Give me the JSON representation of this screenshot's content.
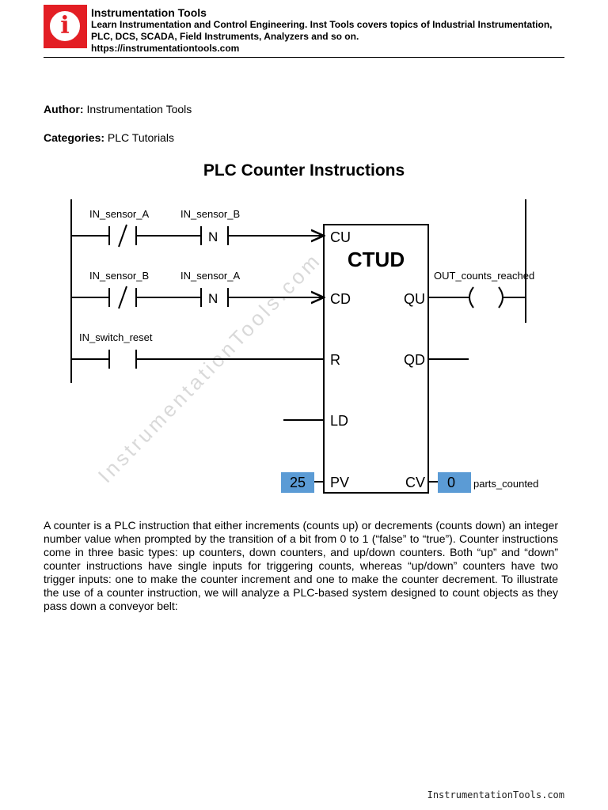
{
  "header": {
    "title": "Instrumentation Tools",
    "description": "Learn Instrumentation and Control Engineering. Inst Tools covers topics of Industrial Instrumentation, PLC, DCS, SCADA, Field Instruments, Analyzers and so on.",
    "url": "https://instrumentationtools.com",
    "logo_letter": "i",
    "brand_color": "#e31e24"
  },
  "meta": {
    "author_label": "Author:",
    "author_value": "Instrumentation Tools",
    "categories_label": "Categories:",
    "categories_value": "PLC Tutorials"
  },
  "doc_title": "PLC Counter Instructions",
  "diagram": {
    "watermark": "InstrumentationTools.com",
    "block_name": "CTUD",
    "pins_left": [
      "CU",
      "CD",
      "R",
      "LD",
      "PV"
    ],
    "pins_right": [
      "QU",
      "QD",
      "CV"
    ],
    "rung1": {
      "contact1": "IN_sensor_A",
      "contact2": "IN_sensor_B",
      "edge_label": "N"
    },
    "rung2": {
      "contact1": "IN_sensor_B",
      "contact2": "IN_sensor_A",
      "edge_label": "N"
    },
    "rung3": {
      "contact1": "IN_switch_reset"
    },
    "coil_label": "OUT_counts_reached",
    "pv_value": "25",
    "cv_value": "0",
    "cv_tag": "parts_counted",
    "value_box_color": "#5b9bd5"
  },
  "paragraph": "A counter is a PLC instruction that either increments (counts up) or decrements (counts down) an integer number value when prompted by the transition of a bit from 0 to 1 (“false” to “true”). Counter instructions come in three basic types: up counters, down counters, and up/down counters. Both “up” and “down” counter instructions have single inputs for triggering counts, whereas “up/down” counters have two trigger inputs: one to make the counter increment and one to make the counter decrement. To illustrate the use of a counter instruction, we will analyze a PLC-based system designed to count objects as they pass down a conveyor belt:",
  "footer": "InstrumentationTools.com"
}
